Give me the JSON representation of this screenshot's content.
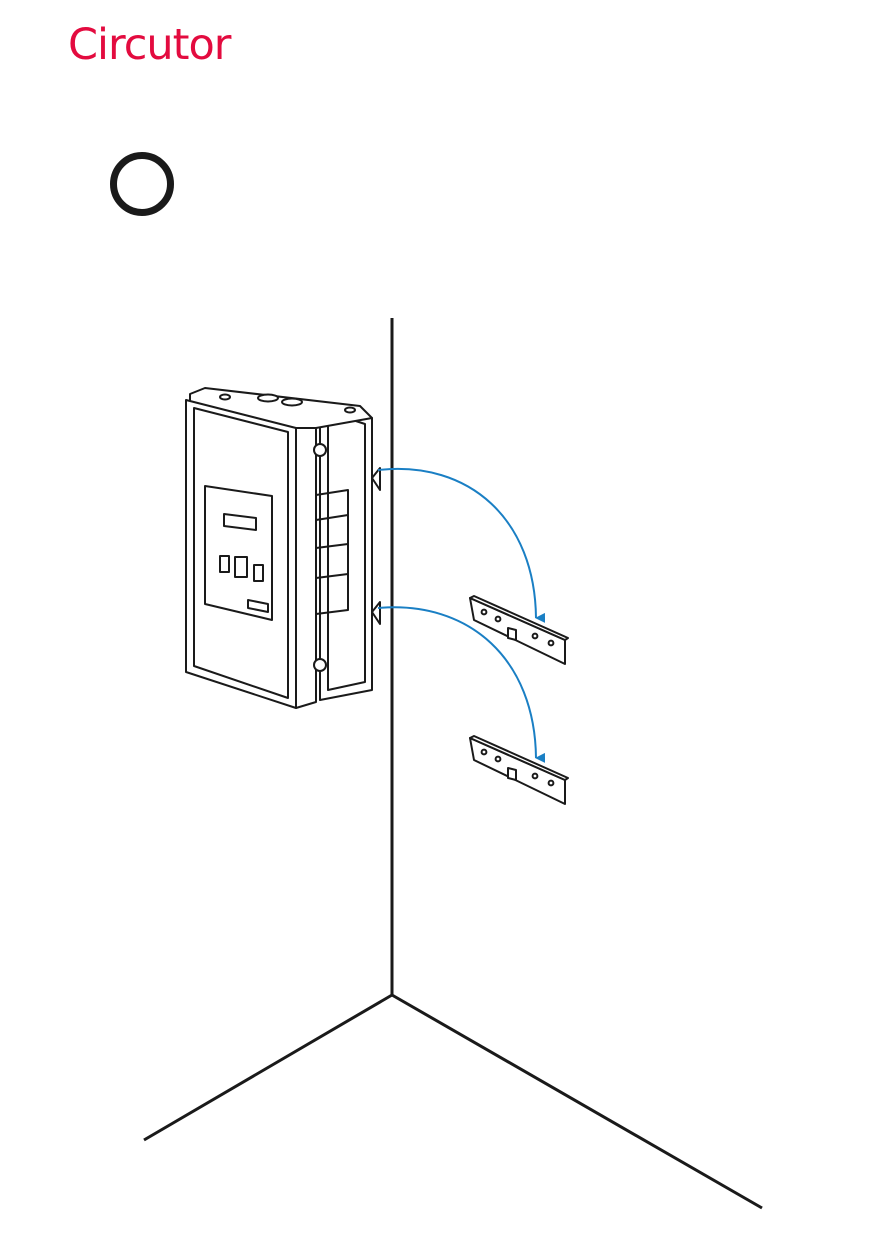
{
  "brand": {
    "name": "Circutor",
    "color": "#e30b3f"
  },
  "step_marker": {
    "icon": "empty-circle-step-marker"
  },
  "illustration": {
    "subject": "wall-mount-enclosure-installation",
    "arrow_color": "#1a7fc4",
    "line_color": "#1a1a1a",
    "brackets": [
      "upper-bracket",
      "lower-bracket"
    ]
  }
}
